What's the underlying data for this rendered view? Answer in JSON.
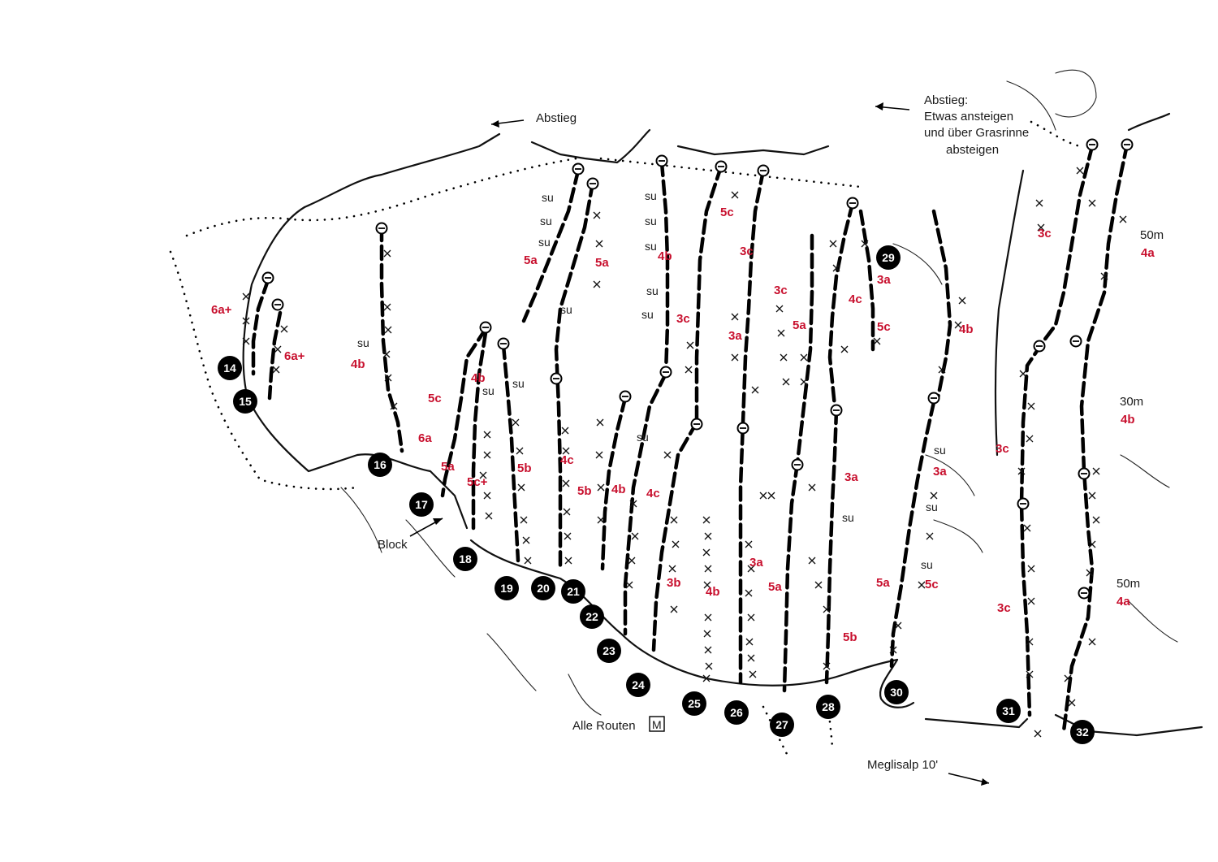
{
  "labels": {
    "abstieg_left": "Abstieg",
    "abstieg_right_1": "Abstieg:",
    "abstieg_right_2": "Etwas ansteigen",
    "abstieg_right_3": "und über Grasrinne",
    "abstieg_right_4": "absteigen",
    "block": "Block",
    "alle_routen": "Alle Routen",
    "alle_routen_symbol": "M",
    "meglisalp": "Meglisalp 10'"
  },
  "routes": [
    {
      "number": "14"
    },
    {
      "number": "15"
    },
    {
      "number": "16"
    },
    {
      "number": "17"
    },
    {
      "number": "18"
    },
    {
      "number": "19"
    },
    {
      "number": "20"
    },
    {
      "number": "21"
    },
    {
      "number": "22"
    },
    {
      "number": "23"
    },
    {
      "number": "24"
    },
    {
      "number": "25"
    },
    {
      "number": "26"
    },
    {
      "number": "27"
    },
    {
      "number": "28"
    },
    {
      "number": "29"
    },
    {
      "number": "30"
    },
    {
      "number": "31"
    },
    {
      "number": "32"
    }
  ],
  "grades": [
    "6a+",
    "6a+",
    "4b",
    "5c",
    "6a",
    "5a",
    "4b",
    "5c+",
    "5b",
    "5a",
    "5a",
    "4c",
    "5b",
    "4b",
    "4c",
    "4b",
    "3c",
    "5c",
    "3b",
    "4b",
    "3c",
    "3a",
    "3c",
    "3a",
    "5a",
    "5a",
    "5b",
    "4c",
    "3a",
    "5c",
    "3a",
    "4b",
    "3a",
    "5a",
    "5c",
    "3c",
    "4a",
    "4b",
    "3c",
    "3c",
    "4a"
  ],
  "pitch_lengths": [
    "50m",
    "30m",
    "50m"
  ],
  "su_marks": [
    "su"
  ],
  "colors": {
    "grade": "#c8102e",
    "ink": "#000000",
    "background": "#ffffff"
  }
}
